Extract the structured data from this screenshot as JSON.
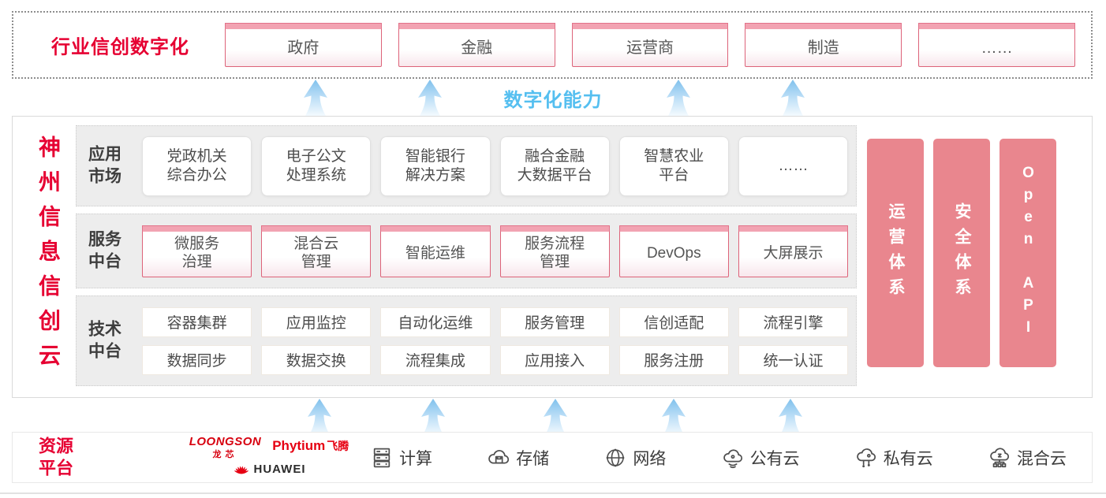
{
  "top_band": {
    "label": "行业信创数字化",
    "items": [
      "政府",
      "金融",
      "运营商",
      "制造",
      "……"
    ]
  },
  "capability_label": "数字化能力",
  "cloud": {
    "title": "神州信息信创云",
    "app_market": {
      "label": "应用\n市场",
      "items": [
        "党政机关\n综合办公",
        "电子公文\n处理系统",
        "智能银行\n解决方案",
        "融合金融\n大数据平台",
        "智慧农业\n平台",
        "……"
      ]
    },
    "service_platform": {
      "label": "服务\n中台",
      "items": [
        "微服务\n治理",
        "混合云\n管理",
        "智能运维",
        "服务流程\n管理",
        "DevOps",
        "大屏展示"
      ]
    },
    "tech_platform": {
      "label": "技术\n中台",
      "row1": [
        "容器集群",
        "应用监控",
        "自动化运维",
        "服务管理",
        "信创适配",
        "流程引擎"
      ],
      "row2": [
        "数据同步",
        "数据交换",
        "流程集成",
        "应用接入",
        "服务注册",
        "统一认证"
      ]
    },
    "side_bars": [
      "运营体系",
      "安全体系",
      "Open API"
    ]
  },
  "resources": {
    "label": "资源\n平台",
    "vendors": {
      "loongson": "LOONGSON",
      "loongson_cn": "龙芯",
      "phytium": "Phytium",
      "phytium_cn": "飞腾",
      "huawei": "HUAWEI"
    },
    "items": [
      {
        "icon": "compute-icon",
        "label": "计算"
      },
      {
        "icon": "storage-icon",
        "label": "存储"
      },
      {
        "icon": "network-icon",
        "label": "网络"
      },
      {
        "icon": "public-cloud-icon",
        "label": "公有云"
      },
      {
        "icon": "private-cloud-icon",
        "label": "私有云"
      },
      {
        "icon": "hybrid-cloud-icon",
        "label": "混合云"
      }
    ]
  },
  "colors": {
    "brand_red": "#e60032",
    "bar_pink": "#e9868e",
    "capability_blue": "#55bff0"
  }
}
